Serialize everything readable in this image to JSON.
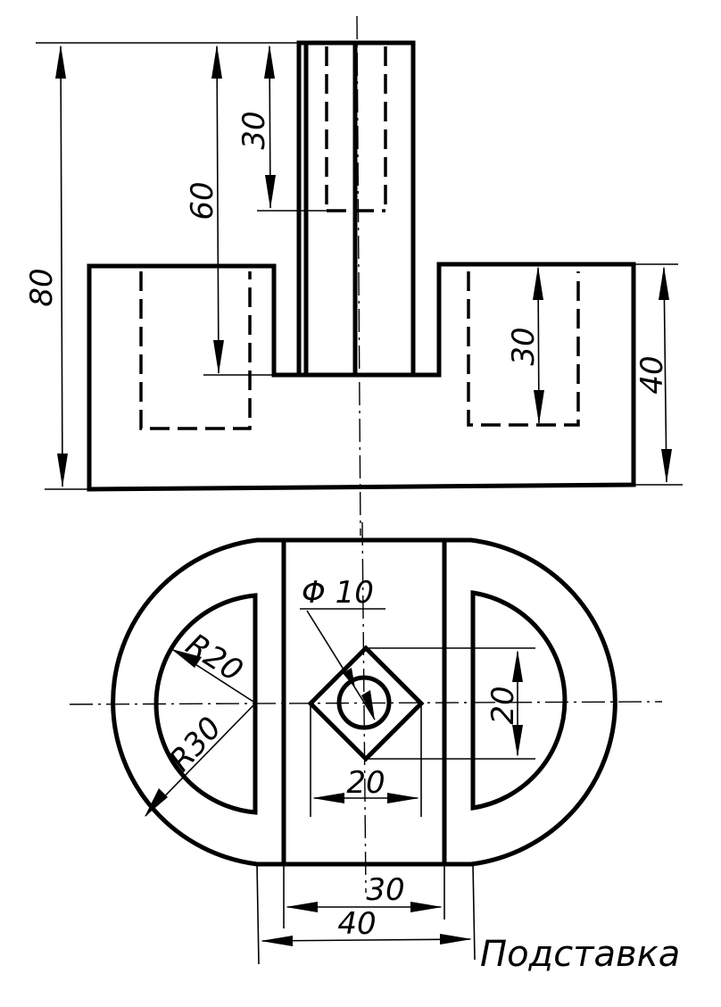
{
  "front_view": {
    "dim_total_height": "80",
    "dim_post_height": "60",
    "dim_post_hole_depth": "30",
    "dim_pocket_depth": "30",
    "dim_base_height": "40"
  },
  "top_view": {
    "dim_hole_diameter": "Φ 10",
    "dim_inner_radius": "R20",
    "dim_outer_radius": "R30",
    "dim_square_height": "20",
    "dim_square_width": "20",
    "dim_post_width": "30",
    "dim_slot_width": "40"
  },
  "caption": "Подставка"
}
